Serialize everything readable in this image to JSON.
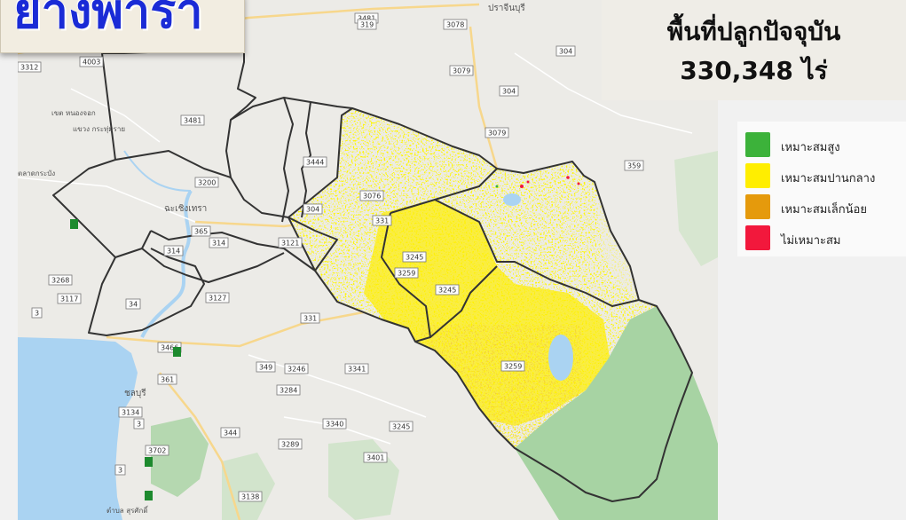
{
  "title": "ยางพารา",
  "area": {
    "label": "พื้นที่ปลูกปัจจุบัน",
    "value": "330,348 ไร่"
  },
  "legend": [
    {
      "label": "เหมาะสมสูง",
      "color": "#3cb23a"
    },
    {
      "label": "เหมาะสมปานกลาง",
      "color": "#ffee00"
    },
    {
      "label": "เหมาะสมเล็กน้อย",
      "color": "#e59a0c"
    },
    {
      "label": "ไม่เหมาะสม",
      "color": "#f2183c"
    }
  ],
  "map": {
    "places": {
      "chachoengsao": "ฉะเชิงเทรา",
      "chonburi": "ชลบุรี",
      "nongchok": "เขต หนองจอก",
      "bangnamprieo": "แขวง กระทุ่มราย",
      "latkrabang": "ตลาดกระบัง",
      "prachinburi": "ปราจีนบุรี",
      "tambon": "ตำบล สุรศักดิ์"
    },
    "roads": [
      "3481",
      "319",
      "3078",
      "304",
      "3312",
      "4003",
      "3079",
      "304",
      "3079",
      "3481",
      "3200",
      "314",
      "3444",
      "3076",
      "304",
      "359",
      "365",
      "314",
      "3121",
      "331",
      "3245",
      "3259",
      "3245",
      "3268",
      "3117",
      "34",
      "3127",
      "331",
      "3",
      "3466",
      "349",
      "3246",
      "3341",
      "361",
      "3284",
      "3259",
      "3134",
      "3",
      "3340",
      "3245",
      "344",
      "3289",
      "3702",
      "3401",
      "3",
      "3138"
    ],
    "colors": {
      "sea": "#aad3f2",
      "land": "#ecebe7",
      "boundary": "#333333",
      "forest": "#a7d3a3"
    }
  }
}
